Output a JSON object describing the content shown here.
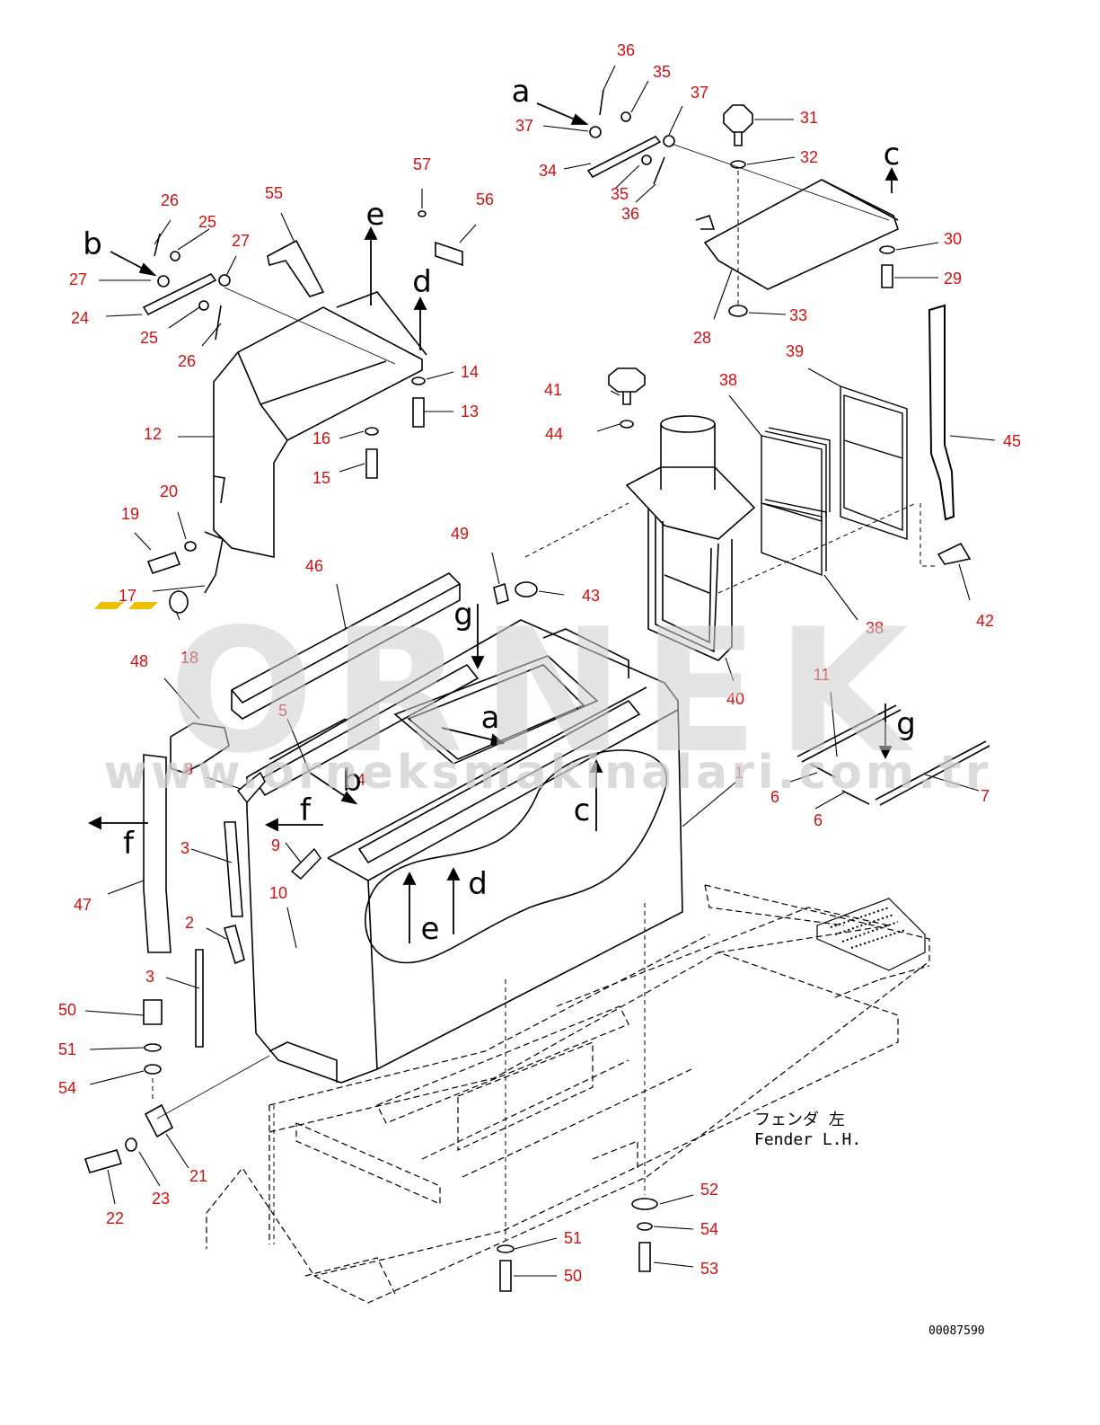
{
  "parts": [
    "1",
    "2",
    "3",
    "3",
    "4",
    "5",
    "6",
    "6",
    "7",
    "8",
    "9",
    "10",
    "11",
    "12",
    "13",
    "14",
    "15",
    "16",
    "17",
    "18",
    "19",
    "20",
    "21",
    "22",
    "23",
    "24",
    "25",
    "25",
    "26",
    "26",
    "27",
    "27",
    "28",
    "29",
    "30",
    "31",
    "32",
    "33",
    "34",
    "35",
    "35",
    "36",
    "36",
    "37",
    "37",
    "38",
    "38",
    "39",
    "40",
    "41",
    "42",
    "43",
    "44",
    "45",
    "46",
    "47",
    "48",
    "49",
    "50",
    "50",
    "51",
    "51",
    "52",
    "53",
    "54",
    "54",
    "55",
    "56",
    "57"
  ],
  "arrows": [
    "a",
    "a",
    "b",
    "b",
    "c",
    "c",
    "d",
    "d",
    "e",
    "e",
    "f",
    "f",
    "g",
    "g"
  ],
  "watermark": {
    "brand": "ORNEK",
    "url": "www.orneksmakinalari.com.tr"
  },
  "fender_label": {
    "jp": "フェンダ 左",
    "en": "Fender L.H."
  },
  "document_number": "00087590",
  "colors": {
    "callout": "#d01010",
    "line": "#000000",
    "watermark": "#cfcfcf",
    "accent": "#f0c000"
  }
}
